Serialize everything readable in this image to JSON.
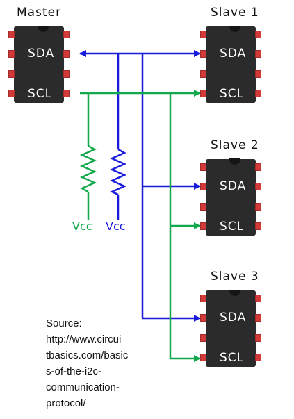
{
  "chips": [
    {
      "id": "master",
      "title": "Master",
      "sda": "SDA",
      "scl": "SCL"
    },
    {
      "id": "slave1",
      "title": "Slave 1",
      "sda": "SDA",
      "scl": "SCL"
    },
    {
      "id": "slave2",
      "title": "Slave 2",
      "sda": "SDA",
      "scl": "SCL"
    },
    {
      "id": "slave3",
      "title": "Slave 3",
      "sda": "SDA",
      "scl": "SCL"
    }
  ],
  "vcc": {
    "scl_label": "Vcc",
    "sda_label": "Vcc"
  },
  "colors": {
    "sda_line": "#1a1adb",
    "scl_line": "#13a84b",
    "chip": "#2b2b2b",
    "pin": "#d23a3a"
  },
  "source_lines": [
    "Source:",
    "http://www.circui",
    "tbasics.com/basic",
    "s-of-the-i2c-",
    "communication-",
    "protocol/"
  ]
}
